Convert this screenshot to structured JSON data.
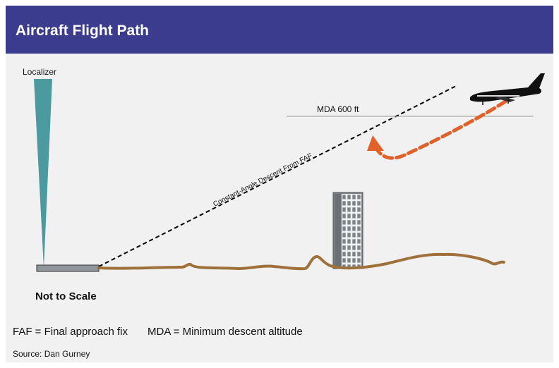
{
  "header": {
    "title": "Aircraft Flight Path"
  },
  "diagram": {
    "localizer_label": "Localizer",
    "mda_label": "MDA 600 ft",
    "descent_label": "Constant-Angle Descent From FAF",
    "scale_note": "Not to Scale"
  },
  "legend": {
    "faf": "FAF = Final approach fix",
    "mda": "MDA = Minimum descent altitude"
  },
  "source": "Source: Dan Gurney",
  "colors": {
    "header": "#3b3c8e",
    "background": "#f1f1f2",
    "localizer": "#4a9aa0",
    "terrain": "#a0703a",
    "flight_path": "#e0622a",
    "building": "#7d8287"
  }
}
